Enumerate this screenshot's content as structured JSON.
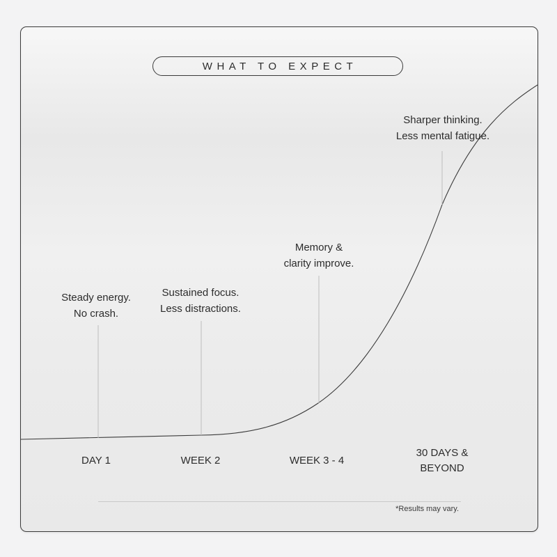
{
  "header": {
    "title": "WHAT TO EXPECT"
  },
  "milestones": [
    {
      "label": "DAY 1",
      "note": "Steady energy.\nNo crash."
    },
    {
      "label": "WEEK 2",
      "note": "Sustained focus.\nLess distractions."
    },
    {
      "label": "WEEK 3 - 4",
      "note": "Memory &\nclarity improve."
    },
    {
      "label": "30 DAYS &\nBEYOND",
      "note": "Sharper thinking.\nLess mental fatigue."
    }
  ],
  "footer": {
    "disclaimer": "*Results may vary."
  },
  "colors": {
    "line": "#3a3a3a",
    "background": "#f3f3f4"
  }
}
